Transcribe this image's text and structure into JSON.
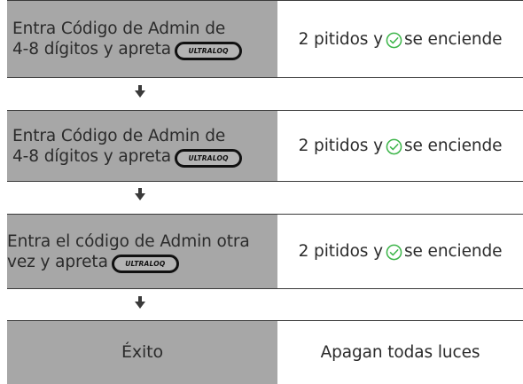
{
  "steps": [
    {
      "left_line1": "Entra Código de Admin de",
      "left_line2": "4-8 dígitos y apreta",
      "button_text": "ULTRALOQ",
      "right_before": "2 pitidos y",
      "right_after": "se enciende"
    },
    {
      "left_line1": "Entra Código de Admin de",
      "left_line2": "4-8 dígitos y apreta",
      "button_text": "ULTRALOQ",
      "right_before": "2 pitidos y",
      "right_after": "se enciende"
    },
    {
      "left_line1": "Entra el código de Admin otra",
      "left_line2": "vez y apreta",
      "button_text": "ULTRALOQ",
      "right_before": "2 pitidos y",
      "right_after": "se enciende"
    },
    {
      "left_text": "Éxito",
      "right_text": "Apagan todas luces"
    }
  ],
  "icons": {
    "arrow": "down-arrow-icon",
    "check": "check-circle-icon"
  },
  "colors": {
    "left_cell_bg": "#a7a7a7",
    "check_green": "#3db54a",
    "text": "#2b2b2b",
    "border": "#3a3a3a"
  }
}
